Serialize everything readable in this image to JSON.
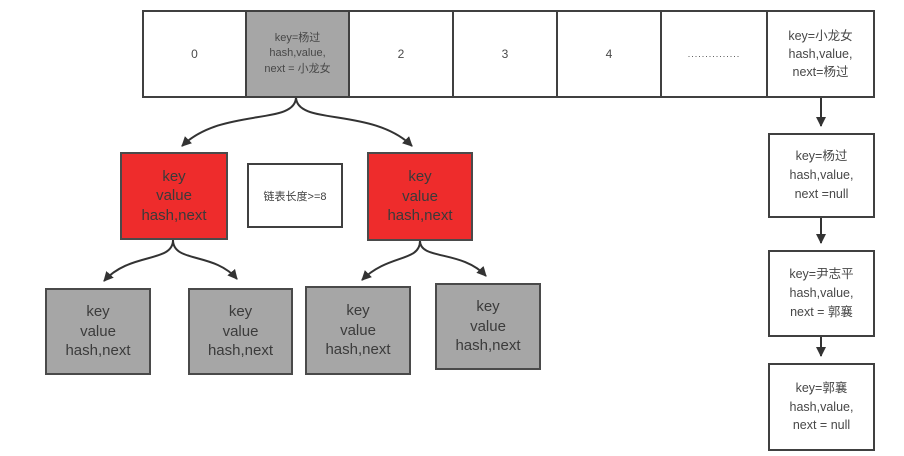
{
  "colors": {
    "node_red": "#ee2c2c",
    "node_gray": "#a6a6a6",
    "border_dark": "#404040",
    "arrow": "#333333"
  },
  "array": {
    "cells": [
      {
        "text": "0"
      },
      {
        "lines": [
          "key=杨过",
          "hash,value,",
          "next = 小龙女"
        ]
      },
      {
        "text": "2"
      },
      {
        "text": "3"
      },
      {
        "text": "4"
      },
      {
        "text": "..............."
      },
      {
        "lines": [
          "key=小龙女",
          "hash,value,",
          "next=杨过"
        ]
      }
    ]
  },
  "tree": {
    "condition_label": "链表长度>=8",
    "red_nodes": [
      {
        "lines": [
          "key",
          "value",
          "hash,next"
        ]
      },
      {
        "lines": [
          "key",
          "value",
          "hash,next"
        ]
      }
    ],
    "leaf_nodes": [
      {
        "lines": [
          "key",
          "value",
          "hash,next"
        ]
      },
      {
        "lines": [
          "key",
          "value",
          "hash,next"
        ]
      },
      {
        "lines": [
          "key",
          "value",
          "hash,next"
        ]
      },
      {
        "lines": [
          "key",
          "value",
          "hash,next"
        ]
      }
    ]
  },
  "chain": {
    "nodes": [
      {
        "lines": [
          "key=杨过",
          "hash,value,",
          "next =null"
        ]
      },
      {
        "lines": [
          "key=尹志平",
          "hash,value,",
          "next = 郭襄"
        ]
      },
      {
        "lines": [
          "key=郭襄",
          "hash,value,",
          "next = null"
        ]
      }
    ]
  }
}
